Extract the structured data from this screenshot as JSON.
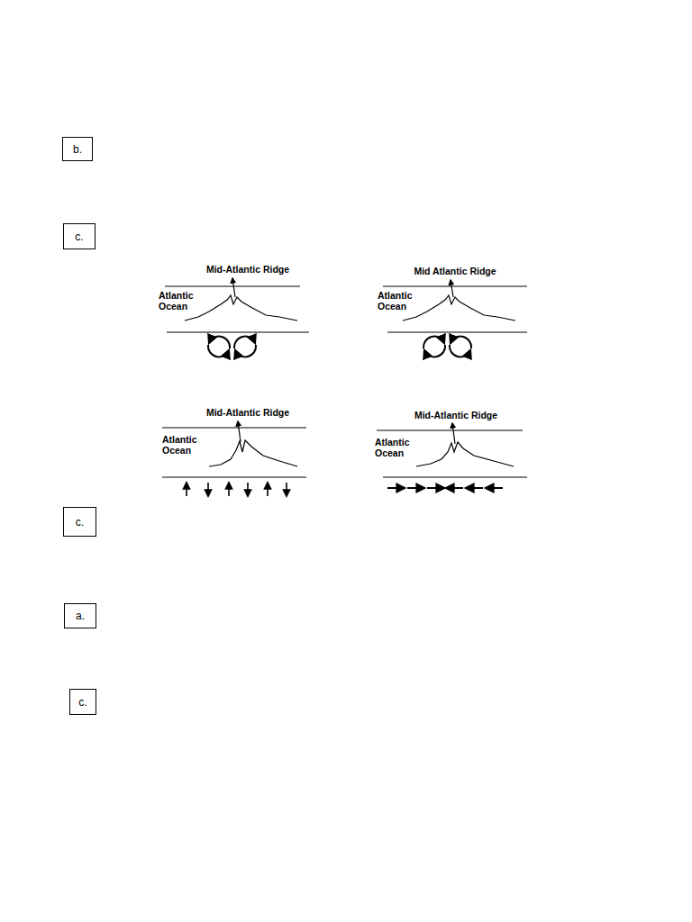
{
  "diagram": {
    "nodes": [
      {
        "text": [
          "b."
        ]
      },
      {
        "text": [
          "c."
        ]
      },
      {
        "text": [
          "c."
        ]
      },
      {
        "text": [
          "a."
        ]
      },
      {
        "text": [
          "c."
        ]
      }
    ],
    "labels": [
      "Mid-Atlantic Ridge",
      "Atlantic Ocean",
      "Mid Atlantic Ridge",
      "Atlantic Ocean",
      "Mid-Atlantic Ridge",
      "Atlantic Ocean",
      "Mid-Atlantic Ridge",
      "Atlantic Ocean"
    ]
  }
}
